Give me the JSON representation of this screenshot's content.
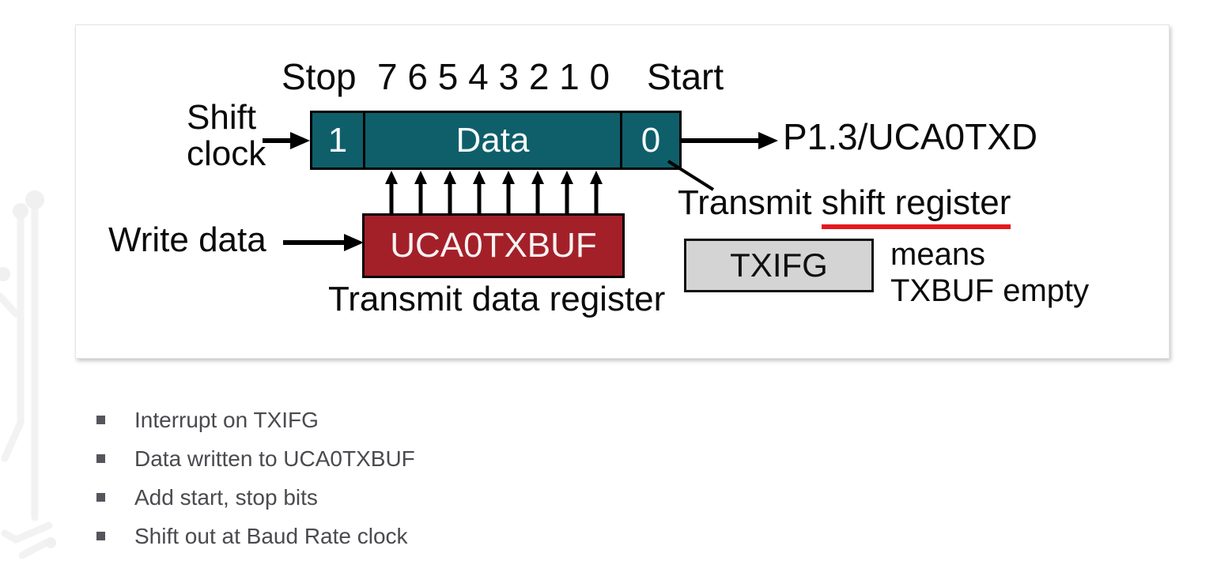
{
  "colors": {
    "register-teal": "#0E5F6A",
    "buffer-red": "#A32029",
    "underline-red": "#E2191F",
    "flag-gray": "#D4D4D4",
    "bullet-text": "#4A4A4F"
  },
  "diagram": {
    "stop_label": "Stop",
    "bit_numbers": "7 6 5 4 3 2 1 0",
    "start_label": "Start",
    "shift_clock_label": "Shift\nclock",
    "register": {
      "stop_bit": "1",
      "data_label": "Data",
      "start_bit": "0"
    },
    "output_pin": "P1.3/UCA0TXD",
    "register_caption_prefix": "Transmit ",
    "register_caption_underlined": "shift register",
    "write_data_label": "Write data",
    "buffer_name": "UCA0TXBUF",
    "buffer_caption": "Transmit data register",
    "flag_name": "TXIFG",
    "flag_meaning": "means\nTXBUF empty"
  },
  "bullets": [
    "Interrupt on TXIFG",
    "Data written to UCA0TXBUF",
    "Add start, stop bits",
    "Shift out at Baud Rate clock"
  ]
}
